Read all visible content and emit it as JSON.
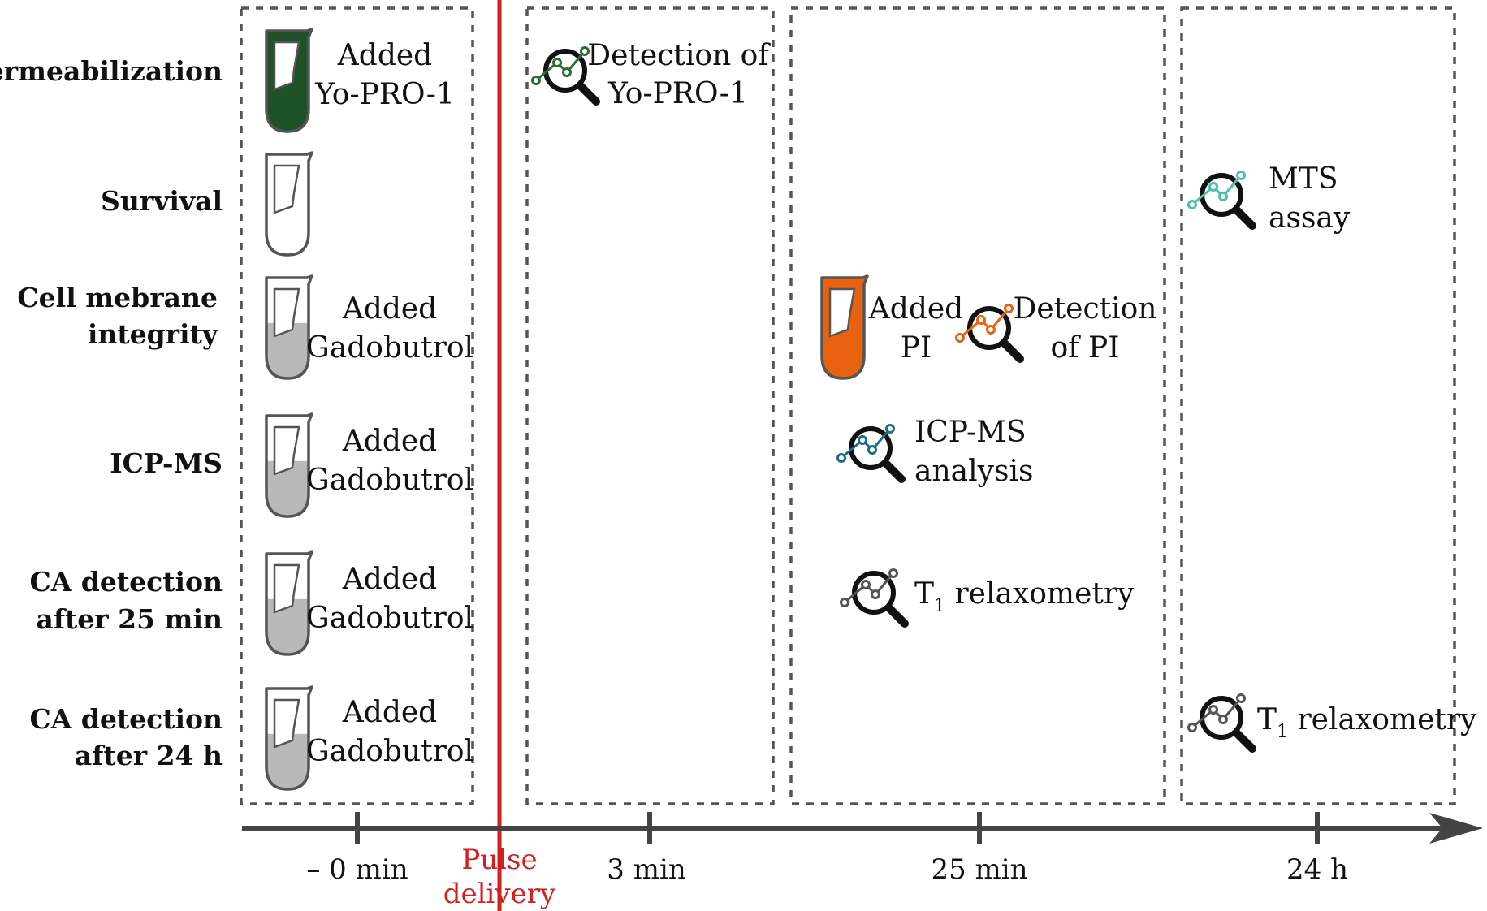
{
  "rows": [
    {
      "id": "permeabilization",
      "label": [
        "Permeabilization"
      ]
    },
    {
      "id": "survival",
      "label": [
        "Survival"
      ]
    },
    {
      "id": "membrane",
      "label": [
        "Cell mebrane",
        "integrity"
      ]
    },
    {
      "id": "icpms",
      "label": [
        "ICP-MS"
      ]
    },
    {
      "id": "ca25",
      "label": [
        "CA detection",
        "after 25 min"
      ]
    },
    {
      "id": "ca24",
      "label": [
        "CA detection",
        "after 24 h"
      ]
    }
  ],
  "tubes": {
    "permeabilization": {
      "label": [
        "Added",
        "Yo-PRO-1"
      ],
      "fill": "#1e5128",
      "level": 1.0
    },
    "survival": {
      "label": [],
      "fill": "#ffffff",
      "level": 0.0
    },
    "membrane": {
      "label": [
        "Added",
        "Gadobutrol"
      ],
      "fill": "#b9b9b9",
      "level": 0.55
    },
    "icpms": {
      "label": [
        "Added",
        "Gadobutrol"
      ],
      "fill": "#b9b9b9",
      "level": 0.55
    },
    "ca25": {
      "label": [
        "Added",
        "Gadobutrol"
      ],
      "fill": "#b9b9b9",
      "level": 0.55
    },
    "ca24": {
      "label": [
        "Added",
        "Gadobutrol"
      ],
      "fill": "#b9b9b9",
      "level": 0.55
    }
  },
  "events": {
    "yopro_detection": {
      "label": [
        "Detection of",
        "Yo-PRO-1"
      ],
      "color": "#2e6b3a"
    },
    "pi_added": {
      "label": [
        "Added",
        "PI"
      ],
      "color": "#e8620f"
    },
    "pi_detection": {
      "label": [
        "Detection",
        "of PI"
      ],
      "color": "#e8620f"
    },
    "icpms_analysis": {
      "label": [
        "ICP-MS",
        "analysis"
      ],
      "color": "#1f6b8a"
    },
    "t1_25min": {
      "label_main": "T",
      "label_sub": "1",
      "label_rest": " relaxometry",
      "color": "#555555"
    },
    "mts_assay": {
      "label": [
        "MTS",
        "assay"
      ],
      "color": "#4fbfa8"
    },
    "t1_24h": {
      "label_main": "T",
      "label_sub": "1",
      "label_rest": " relaxometry",
      "color": "#555555"
    }
  },
  "timeline": {
    "ticks": [
      "– 0 min",
      "3 min",
      "25 min",
      "24 h"
    ],
    "pulse": [
      "Pulse",
      "delivery"
    ],
    "pulse_color": "#d41f1f",
    "axis_color": "#444444"
  },
  "colors": {
    "panel_border": "#555555",
    "icon_stroke": "#111111"
  },
  "icons": [
    "test-tube-icon",
    "magnifier-chart-icon",
    "arrow-head-icon"
  ]
}
